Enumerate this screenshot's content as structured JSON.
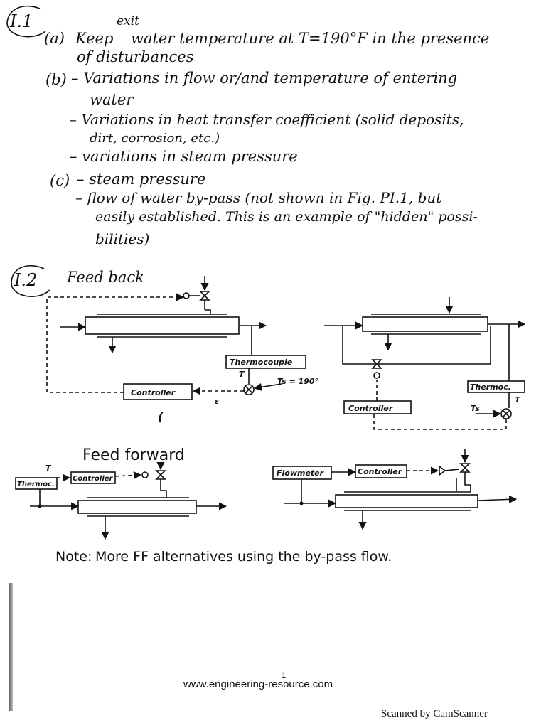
{
  "section1": {
    "number": "I.1",
    "a": {
      "label": "(a)",
      "before": "Keep",
      "exit": "exit",
      "after": "water temperature at T=190°F in the presence",
      "line2": "of disturbances"
    },
    "b": {
      "label": "(b)",
      "line1": "– Variations in flow or/and temperature of entering",
      "line2": "water",
      "line3": "– Variations in heat transfer coefficient (solid deposits,",
      "line4": "dirt, corrosion, etc.)",
      "line5": "– variations in steam pressure"
    },
    "c": {
      "label": "(c)",
      "line1": "– steam pressure",
      "line2": "– flow of water by-pass (not shown in Fig. PI.1, but",
      "line3": "easily established. This is an example of \"hidden\" possi-",
      "line4": "bilities)"
    }
  },
  "section2": {
    "number": "I.2",
    "feedback_title": "Feed back",
    "feedforward_title": "Feed forward",
    "labels": {
      "thermocouple": "Thermocouple",
      "controller": "Controller",
      "thermoc": "Thermoc.",
      "controller_short": "Controller",
      "flowmeter": "Flowmeter",
      "T": "T",
      "Ts_set": "Ts = 190°",
      "Ts": "Ts",
      "epsilon": "ε",
      "paren": "("
    },
    "note_label": "Note:",
    "note_text": "More FF alternatives using the by-pass flow."
  },
  "footer": {
    "page_number": "1",
    "url": "www.engineering-resource.com",
    "scanner": "Scanned by CamScanner"
  }
}
